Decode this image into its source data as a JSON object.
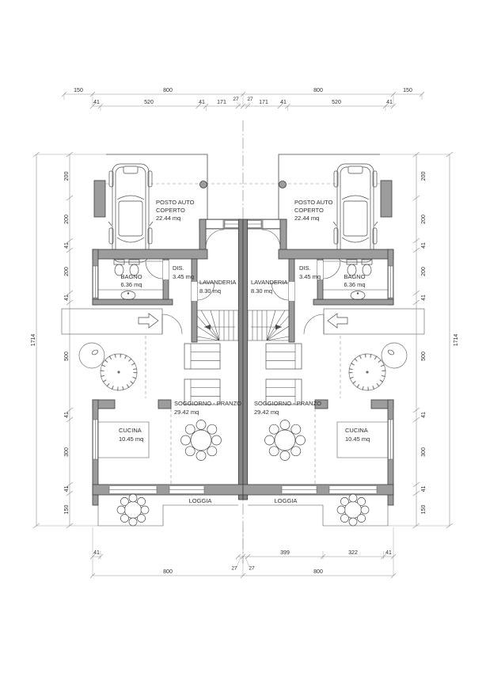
{
  "colors": {
    "wall_fill": "#9c9c9c",
    "wall_stroke": "#3d3d3d",
    "party_fill": "#858585",
    "line": "#4a4a4a",
    "dim": "#8f8f8f",
    "text": "#2e2e2e",
    "tree": "#6e6e6e"
  },
  "dims": {
    "top_row1": [
      "150",
      "800",
      "800",
      "150"
    ],
    "top_row2": [
      "41",
      "520",
      "41",
      "171",
      "27",
      "27",
      "171",
      "41",
      "520",
      "41"
    ],
    "side_chain": [
      "200",
      "200",
      "41",
      "200",
      "41",
      "500",
      "41",
      "300",
      "41",
      "150"
    ],
    "side_total": "1714",
    "bottom_chain": [
      "41",
      "27",
      "27",
      "399",
      "322",
      "41"
    ],
    "bottom_totals": [
      "800",
      "800"
    ]
  },
  "rooms": {
    "carport": {
      "line1": "POSTO AUTO",
      "line2": "COPERTO",
      "area": "22.44 mq"
    },
    "bagno": {
      "label": "BAGNO",
      "area": "6.36 mq"
    },
    "dis": {
      "label": "DIS.",
      "area": "3.45 mq"
    },
    "lavanderia": {
      "label": "LAVANDERIA",
      "area": "8.30 mq"
    },
    "soggiorno": {
      "label": "SOGGIORNO - PRANZO",
      "area": "29.42 mq"
    },
    "cucina": {
      "label": "CUCINA",
      "area": "10.45 mq"
    },
    "loggia": {
      "label": "LOGGIA"
    }
  }
}
